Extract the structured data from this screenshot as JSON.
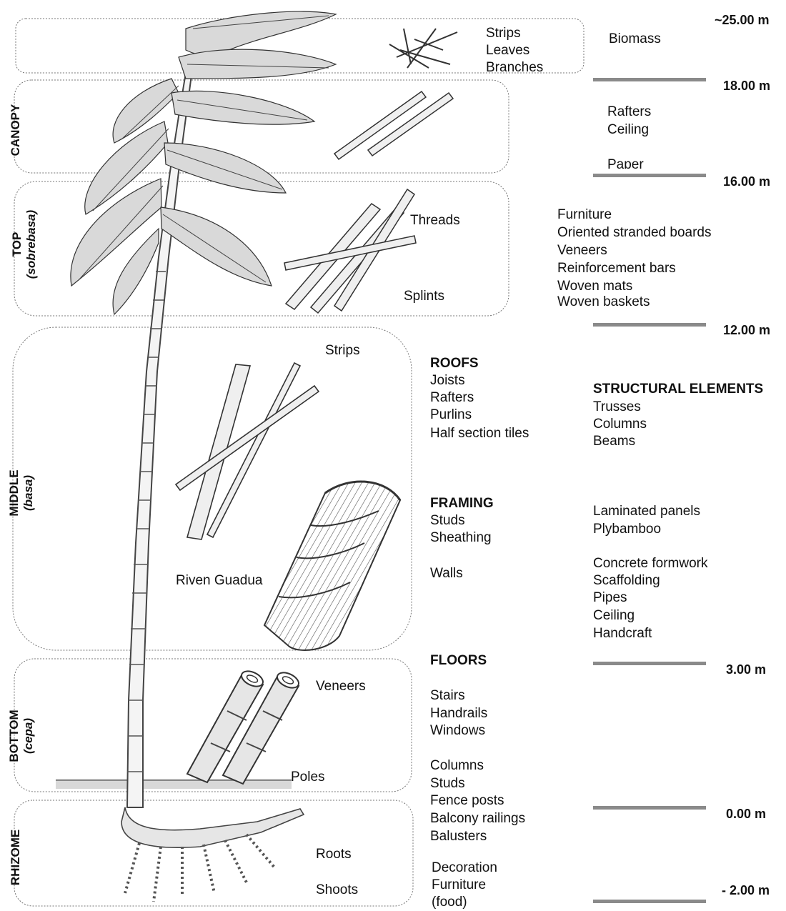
{
  "segments": {
    "canopy": {
      "name": "CANOPY",
      "sub": ""
    },
    "top": {
      "name": "TOP",
      "sub": "(sobrebasa)"
    },
    "middle": {
      "name": "MIDDLE",
      "sub": "(basa)"
    },
    "bottom": {
      "name": "BOTTOM",
      "sub": "(cepa)"
    },
    "rhizome": {
      "name": "RHIZOME",
      "sub": ""
    }
  },
  "parts": {
    "strips_top": "Strips",
    "leaves": "Leaves",
    "branches": "Branches",
    "threads": "Threads",
    "splints": "Splints",
    "strips_middle": "Strips",
    "riven_guadua": "Riven Guadua",
    "veneers": "Veneers",
    "poles": "Poles",
    "roots": "Roots",
    "shoots": "Shoots"
  },
  "uses": {
    "biomass": "Biomass",
    "canopy": [
      "Rafters",
      "Ceiling",
      "Paper"
    ],
    "top": [
      "Furniture",
      "Oriented stranded boards",
      "Veneers",
      "Reinforcement bars",
      "Woven mats",
      "Woven baskets"
    ],
    "roofs_title": "ROOFS",
    "roofs": [
      "Joists",
      "Rafters",
      "Purlins",
      "Half section tiles"
    ],
    "structural_title": "STRUCTURAL ELEMENTS",
    "structural": [
      "Trusses",
      "Columns",
      "Beams"
    ],
    "framing_title": "FRAMING",
    "framing": [
      "Studs",
      "Sheathing"
    ],
    "walls": "Walls",
    "panels": [
      "Laminated panels",
      "Plybamboo"
    ],
    "misc": [
      "Concrete formwork",
      "Scaffolding",
      "Pipes",
      "Ceiling",
      "Handcraft"
    ],
    "floors_title": "FLOORS",
    "floors": [
      "Stairs",
      "Handrails",
      "Windows"
    ],
    "bottom": [
      "Columns",
      "Studs",
      "Fence posts",
      "Balcony railings",
      "Balusters"
    ],
    "rhizome": [
      "Decoration",
      "Furniture",
      "(food)"
    ]
  },
  "heights": {
    "h25": "~25.00 m",
    "h18": "18.00 m",
    "h16": "16.00 m",
    "h12": "12.00 m",
    "h3": "3.00 m",
    "h0": "0.00 m",
    "hm2": "- 2.00 m"
  },
  "colors": {
    "box_border": "#777777",
    "marker": "#8a8a8a",
    "sketch": "#333333"
  }
}
